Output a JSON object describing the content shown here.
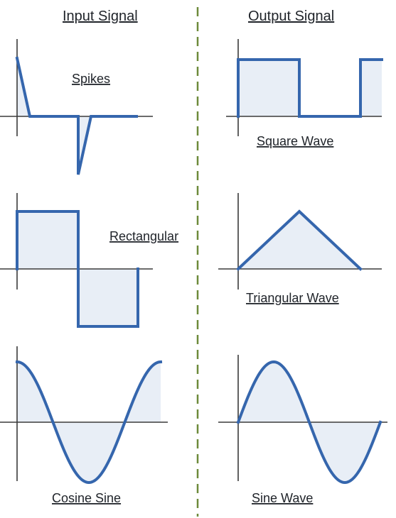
{
  "headers": {
    "input": "Input Signal",
    "output": "Output Signal"
  },
  "diagrams": {
    "spikes": {
      "label": "Spikes"
    },
    "square_wave": {
      "label": "Square Wave"
    },
    "rectangular": {
      "label": "Rectangular"
    },
    "triangular_wave": {
      "label": "Triangular Wave"
    },
    "cosine_sine": {
      "label": "Cosine Sine"
    },
    "sine_wave": {
      "label": "Sine Wave"
    }
  },
  "colors": {
    "wave": "#3566ad",
    "fill": "#e8eef6",
    "axis": "#3a3a3a",
    "divider": "#6d8a3a"
  }
}
